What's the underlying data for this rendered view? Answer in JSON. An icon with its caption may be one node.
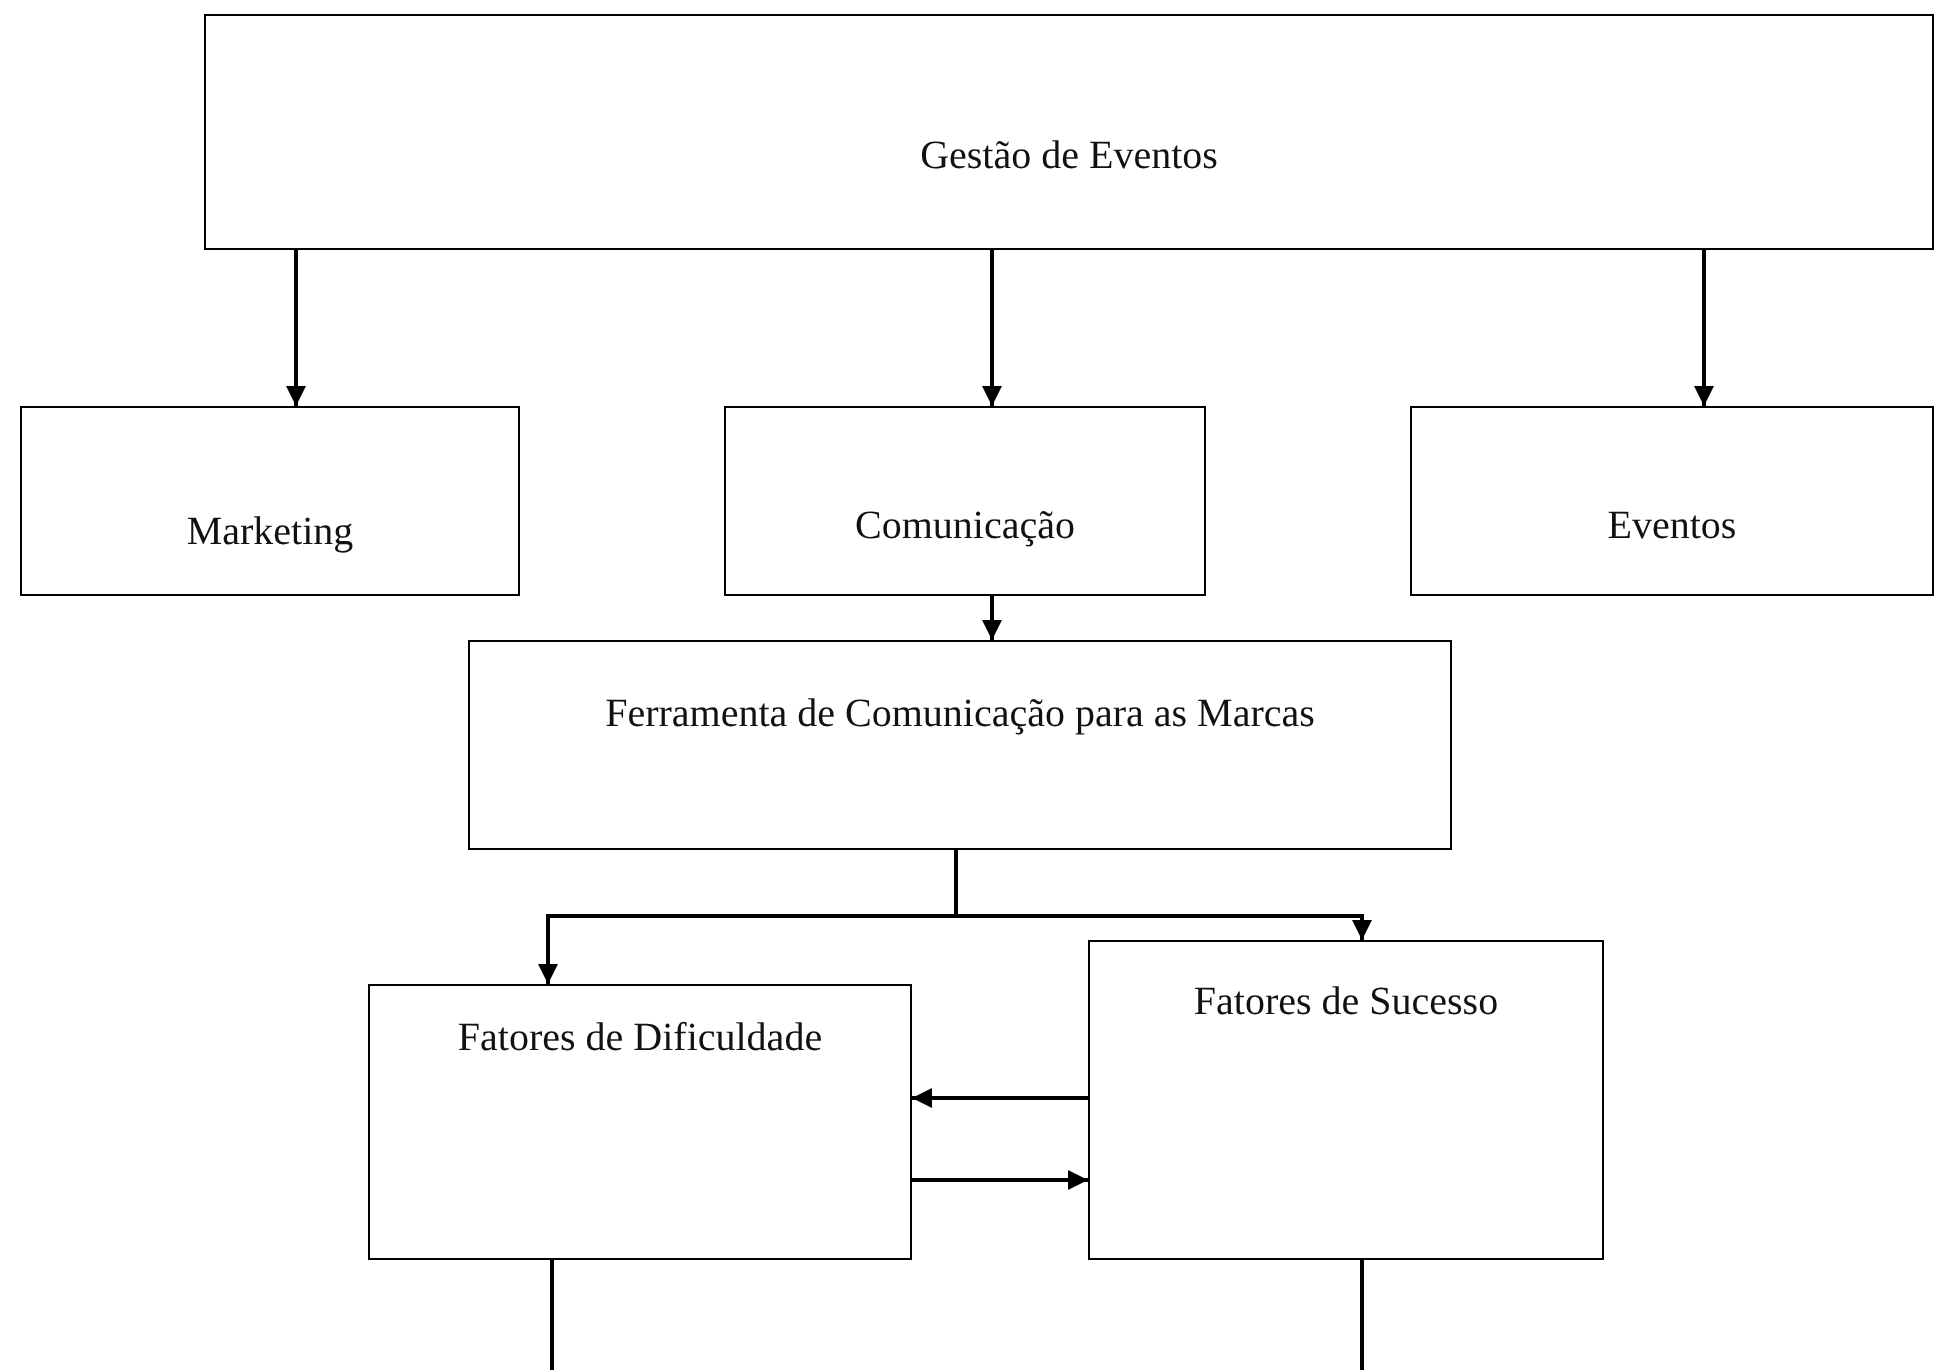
{
  "diagram": {
    "nodes": [
      {
        "text": [
          "Gestão de Eventos"
        ]
      },
      {
        "text": [
          "Marketing"
        ]
      },
      {
        "text": [
          "Comunicação"
        ]
      },
      {
        "text": [
          "Eventos"
        ]
      },
      {
        "text": [
          "Ferramenta de Comunicação para as Marcas"
        ]
      },
      {
        "text": [
          "Fatores de Dificuldade"
        ]
      },
      {
        "text": [
          "Fatores de Sucesso"
        ]
      }
    ],
    "edges": [
      {
        "from": 0,
        "to": 1,
        "arrow": "to"
      },
      {
        "from": 0,
        "to": 2,
        "arrow": "to"
      },
      {
        "from": 0,
        "to": 3,
        "arrow": "to"
      },
      {
        "from": 2,
        "to": 4,
        "arrow": "to"
      },
      {
        "from": 4,
        "to": 5,
        "arrow": "to"
      },
      {
        "from": 4,
        "to": 6,
        "arrow": "to"
      },
      {
        "from": 6,
        "to": 5,
        "arrow": "to"
      },
      {
        "from": 5,
        "to": 6,
        "arrow": "to"
      },
      {
        "from": 5,
        "to": null,
        "arrow": "none"
      },
      {
        "from": 6,
        "to": null,
        "arrow": "none"
      }
    ]
  }
}
